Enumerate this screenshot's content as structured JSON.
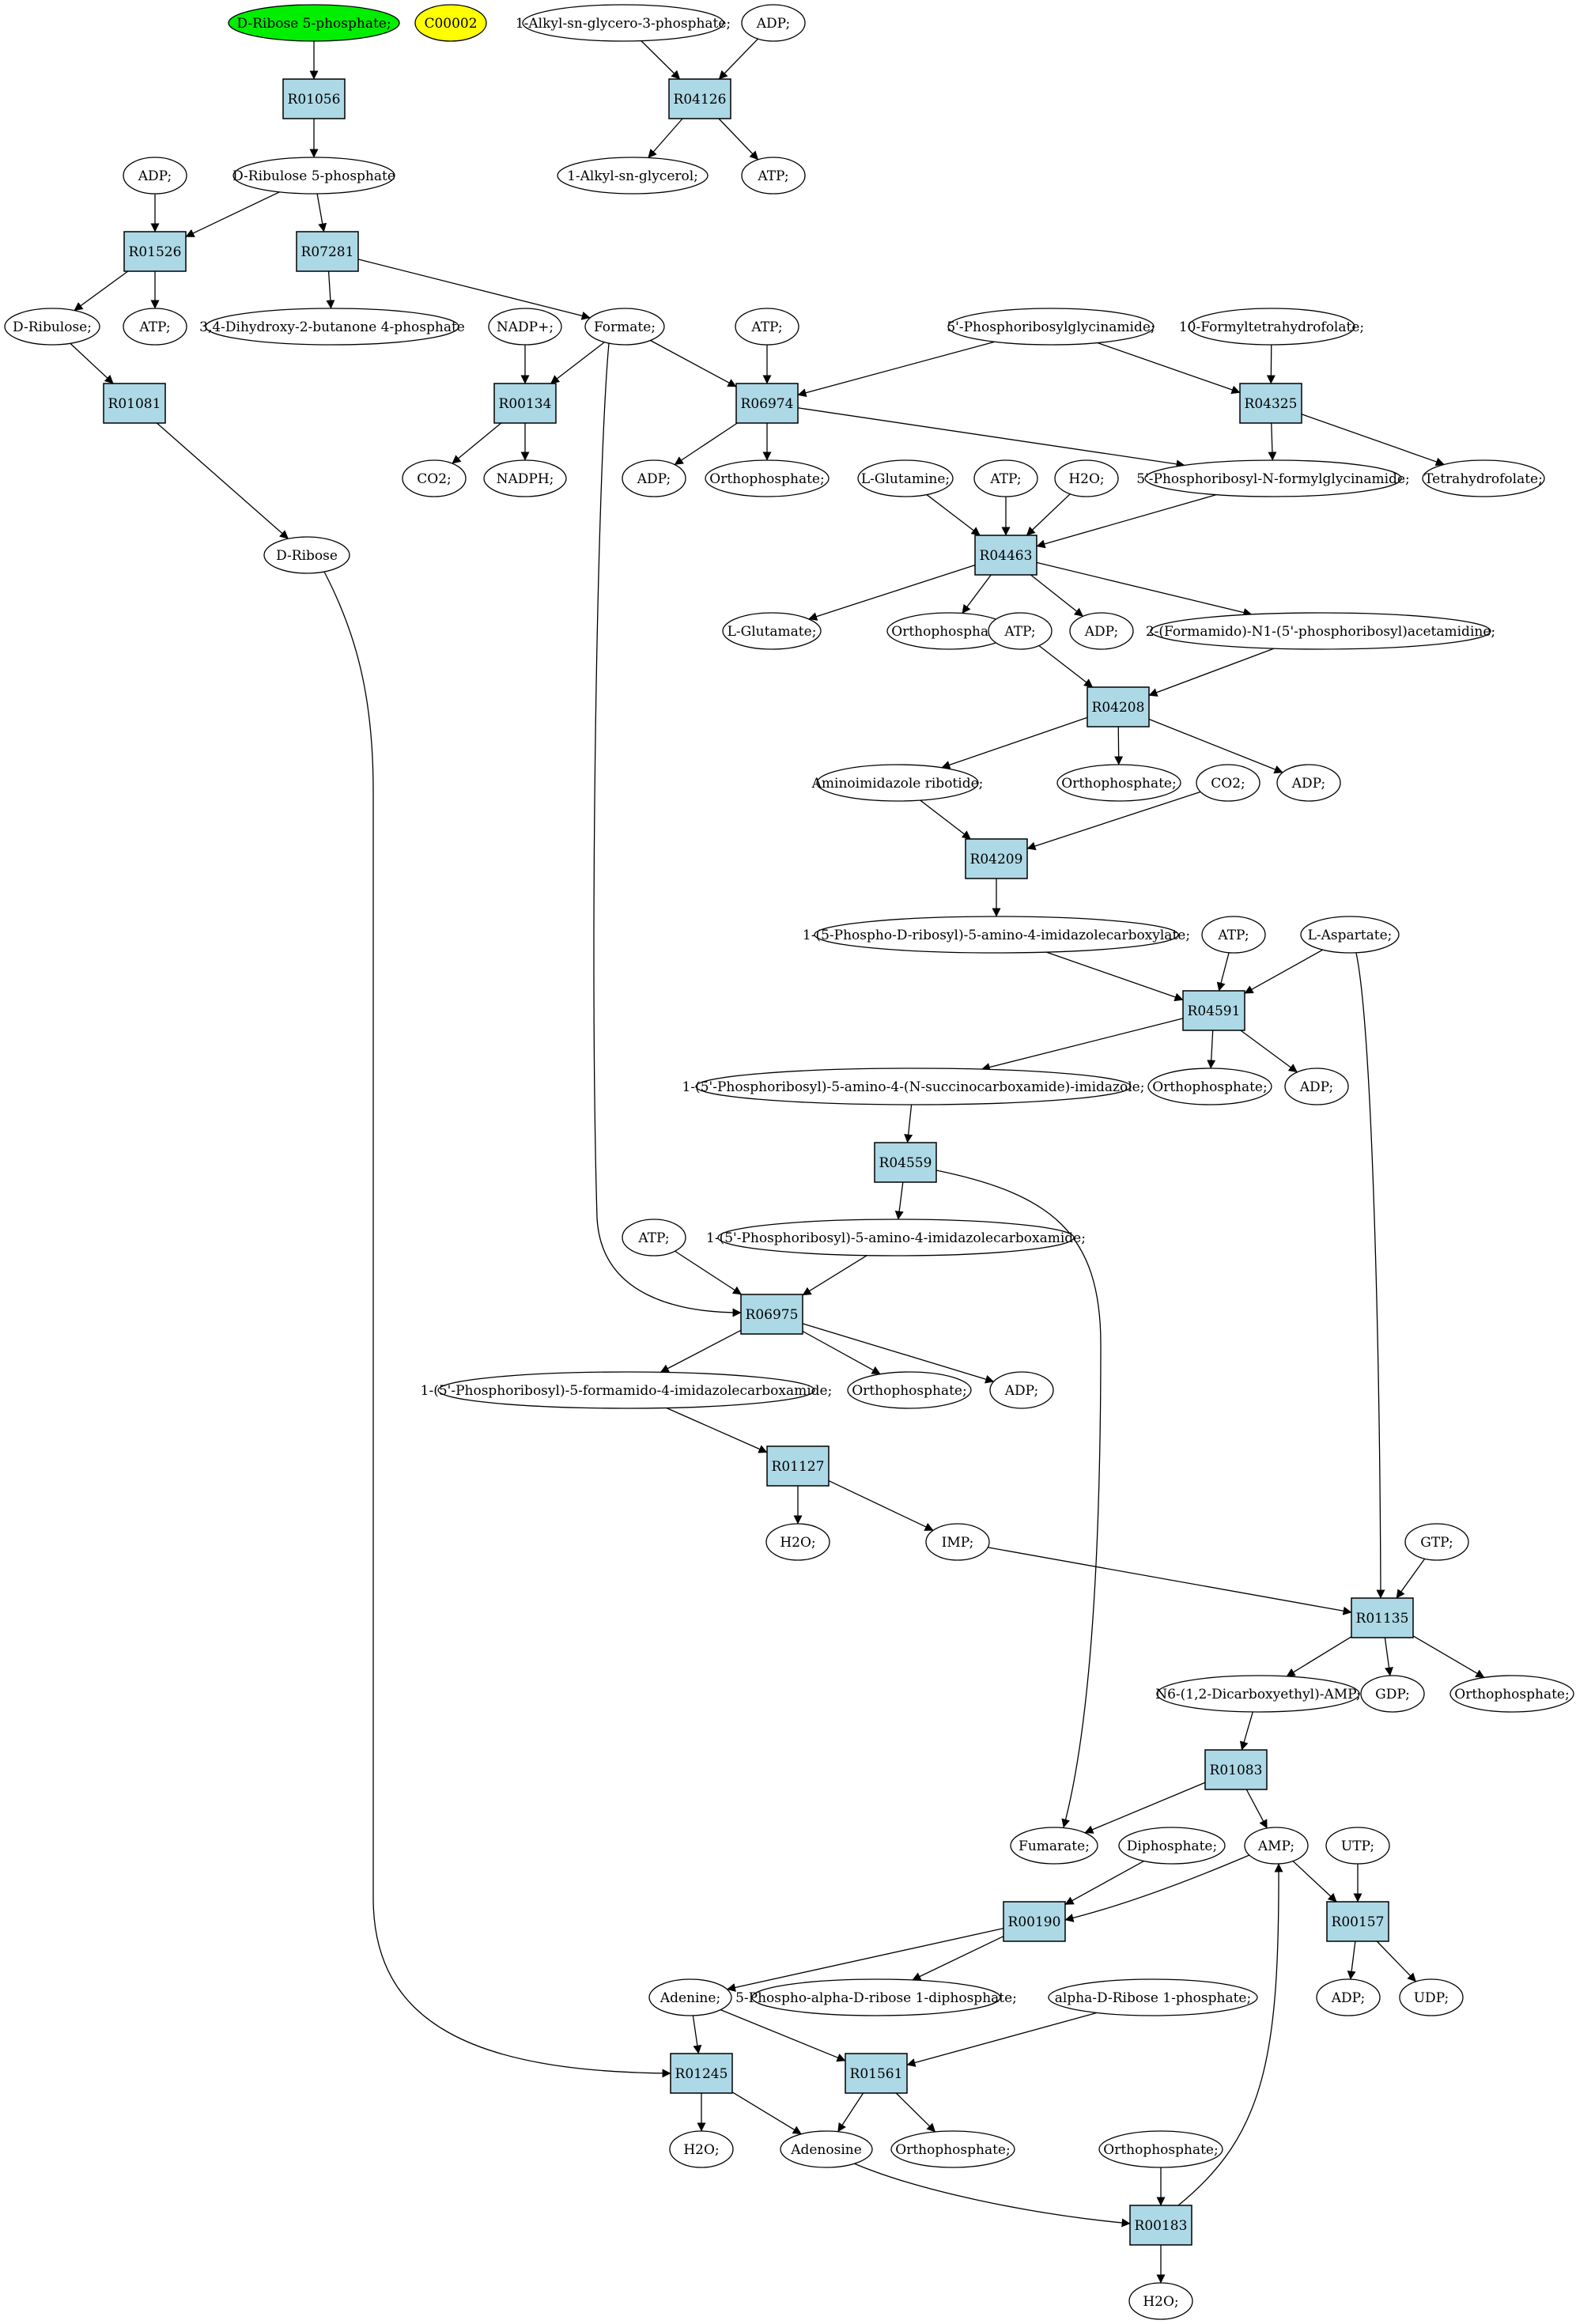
{
  "colors": {
    "reaction_fill": "#add8e6",
    "compound_fill": "#ffffff",
    "highlight_green": "#00ee00",
    "highlight_yellow": "#ffff00",
    "stroke": "#000000"
  },
  "compounds": {
    "c_rib5p": {
      "label": "D-Ribose 5-phosphate;",
      "fill": "#00ee00"
    },
    "c_c00002": {
      "label": "C00002",
      "fill": "#ffff00"
    },
    "c_alkylg3p": {
      "label": "1-Alkyl-sn-glycero-3-phosphate;"
    },
    "c_adp_top": {
      "label": "ADP;"
    },
    "c_ribu5p": {
      "label": "D-Ribulose 5-phosphate"
    },
    "c_adp_r01526": {
      "label": "ADP;"
    },
    "c_alkylg": {
      "label": "1-Alkyl-sn-glycerol;"
    },
    "c_atp_r04126": {
      "label": "ATP;"
    },
    "c_dribulose": {
      "label": "D-Ribulose;"
    },
    "c_atp_r01526": {
      "label": "ATP;"
    },
    "c_dhb4p": {
      "label": "3,4-Dihydroxy-2-butanone 4-phosphate"
    },
    "c_nadp": {
      "label": "NADP+;"
    },
    "c_formate": {
      "label": "Formate;"
    },
    "c_atp_r06974": {
      "label": "ATP;"
    },
    "c_gar": {
      "label": "5'-Phosphoribosylglycinamide;"
    },
    "c_fthf": {
      "label": "10-Formyltetrahydrofolate;"
    },
    "c_co2_r00134": {
      "label": "CO2;"
    },
    "c_nadph": {
      "label": "NADPH;"
    },
    "c_adp_r06974": {
      "label": "ADP;"
    },
    "c_pi_r06974": {
      "label": "Orthophosphate;"
    },
    "c_gln": {
      "label": "L-Glutamine;"
    },
    "c_atp_r04463": {
      "label": "ATP;"
    },
    "c_h2o_r04463": {
      "label": "H2O;"
    },
    "c_fgar": {
      "label": "5'-Phosphoribosyl-N-formylglycinamide;"
    },
    "c_thf": {
      "label": "Tetrahydrofolate;"
    },
    "c_dribose": {
      "label": "D-Ribose"
    },
    "c_glu": {
      "label": "L-Glutamate;"
    },
    "c_pi_r04463": {
      "label": "Orthophosphate;"
    },
    "c_adp_r04463": {
      "label": "ADP;"
    },
    "c_fgam": {
      "label": "2-(Formamido)-N1-(5'-phosphoribosyl)acetamidine;"
    },
    "c_atp_r04208": {
      "label": "ATP;"
    },
    "c_air": {
      "label": "Aminoimidazole ribotide;"
    },
    "c_pi_r04208": {
      "label": "Orthophosphate;"
    },
    "c_adp_r04208": {
      "label": "ADP;"
    },
    "c_co2_r04209": {
      "label": "CO2;"
    },
    "c_cair": {
      "label": "1-(5-Phospho-D-ribosyl)-5-amino-4-imidazolecarboxylate;"
    },
    "c_atp_r04591": {
      "label": "ATP;"
    },
    "c_asp": {
      "label": "L-Aspartate;"
    },
    "c_saicar": {
      "label": "1-(5'-Phosphoribosyl)-5-amino-4-(N-succinocarboxamide)-imidazole;"
    },
    "c_pi_r04591": {
      "label": "Orthophosphate;"
    },
    "c_adp_r04591": {
      "label": "ADP;"
    },
    "c_atp_r06975": {
      "label": "ATP;"
    },
    "c_aicar": {
      "label": "1-(5'-Phosphoribosyl)-5-amino-4-imidazolecarboxamide;"
    },
    "c_faicar": {
      "label": "1-(5'-Phosphoribosyl)-5-formamido-4-imidazolecarboxamide;"
    },
    "c_pi_r06975": {
      "label": "Orthophosphate;"
    },
    "c_adp_r06975": {
      "label": "ADP;"
    },
    "c_h2o_r01127": {
      "label": "H2O;"
    },
    "c_imp": {
      "label": "IMP;"
    },
    "c_gtp": {
      "label": "GTP;"
    },
    "c_sampa": {
      "label": "N6-(1,2-Dicarboxyethyl)-AMP;"
    },
    "c_gdp": {
      "label": "GDP;"
    },
    "c_pi_r01135": {
      "label": "Orthophosphate;"
    },
    "c_fumarate": {
      "label": "Fumarate;"
    },
    "c_ppi": {
      "label": "Diphosphate;"
    },
    "c_amp": {
      "label": "AMP;"
    },
    "c_utp": {
      "label": "UTP;"
    },
    "c_adenine": {
      "label": "Adenine;"
    },
    "c_prpp": {
      "label": "5-Phospho-alpha-D-ribose 1-diphosphate;"
    },
    "c_r1p": {
      "label": "alpha-D-Ribose 1-phosphate;"
    },
    "c_adp_r00157": {
      "label": "ADP;"
    },
    "c_udp": {
      "label": "UDP;"
    },
    "c_h2o_r01245": {
      "label": "H2O;"
    },
    "c_adenosine": {
      "label": "Adenosine"
    },
    "c_pi_r01561": {
      "label": "Orthophosphate;"
    },
    "c_pi_r00183": {
      "label": "Orthophosphate;"
    },
    "c_h2o_r00183": {
      "label": "H2O;"
    }
  },
  "reactions": {
    "r01056": {
      "label": "R01056"
    },
    "r04126": {
      "label": "R04126"
    },
    "r01526": {
      "label": "R01526"
    },
    "r07281": {
      "label": "R07281"
    },
    "r01081": {
      "label": "R01081"
    },
    "r00134": {
      "label": "R00134"
    },
    "r06974": {
      "label": "R06974"
    },
    "r04325": {
      "label": "R04325"
    },
    "r04463": {
      "label": "R04463"
    },
    "r04208": {
      "label": "R04208"
    },
    "r04209": {
      "label": "R04209"
    },
    "r04591": {
      "label": "R04591"
    },
    "r04559": {
      "label": "R04559"
    },
    "r06975": {
      "label": "R06975"
    },
    "r01127": {
      "label": "R01127"
    },
    "r01135": {
      "label": "R01135"
    },
    "r01083": {
      "label": "R01083"
    },
    "r00190": {
      "label": "R00190"
    },
    "r00157": {
      "label": "R00157"
    },
    "r01245": {
      "label": "R01245"
    },
    "r01561": {
      "label": "R01561"
    },
    "r00183": {
      "label": "R00183"
    }
  }
}
